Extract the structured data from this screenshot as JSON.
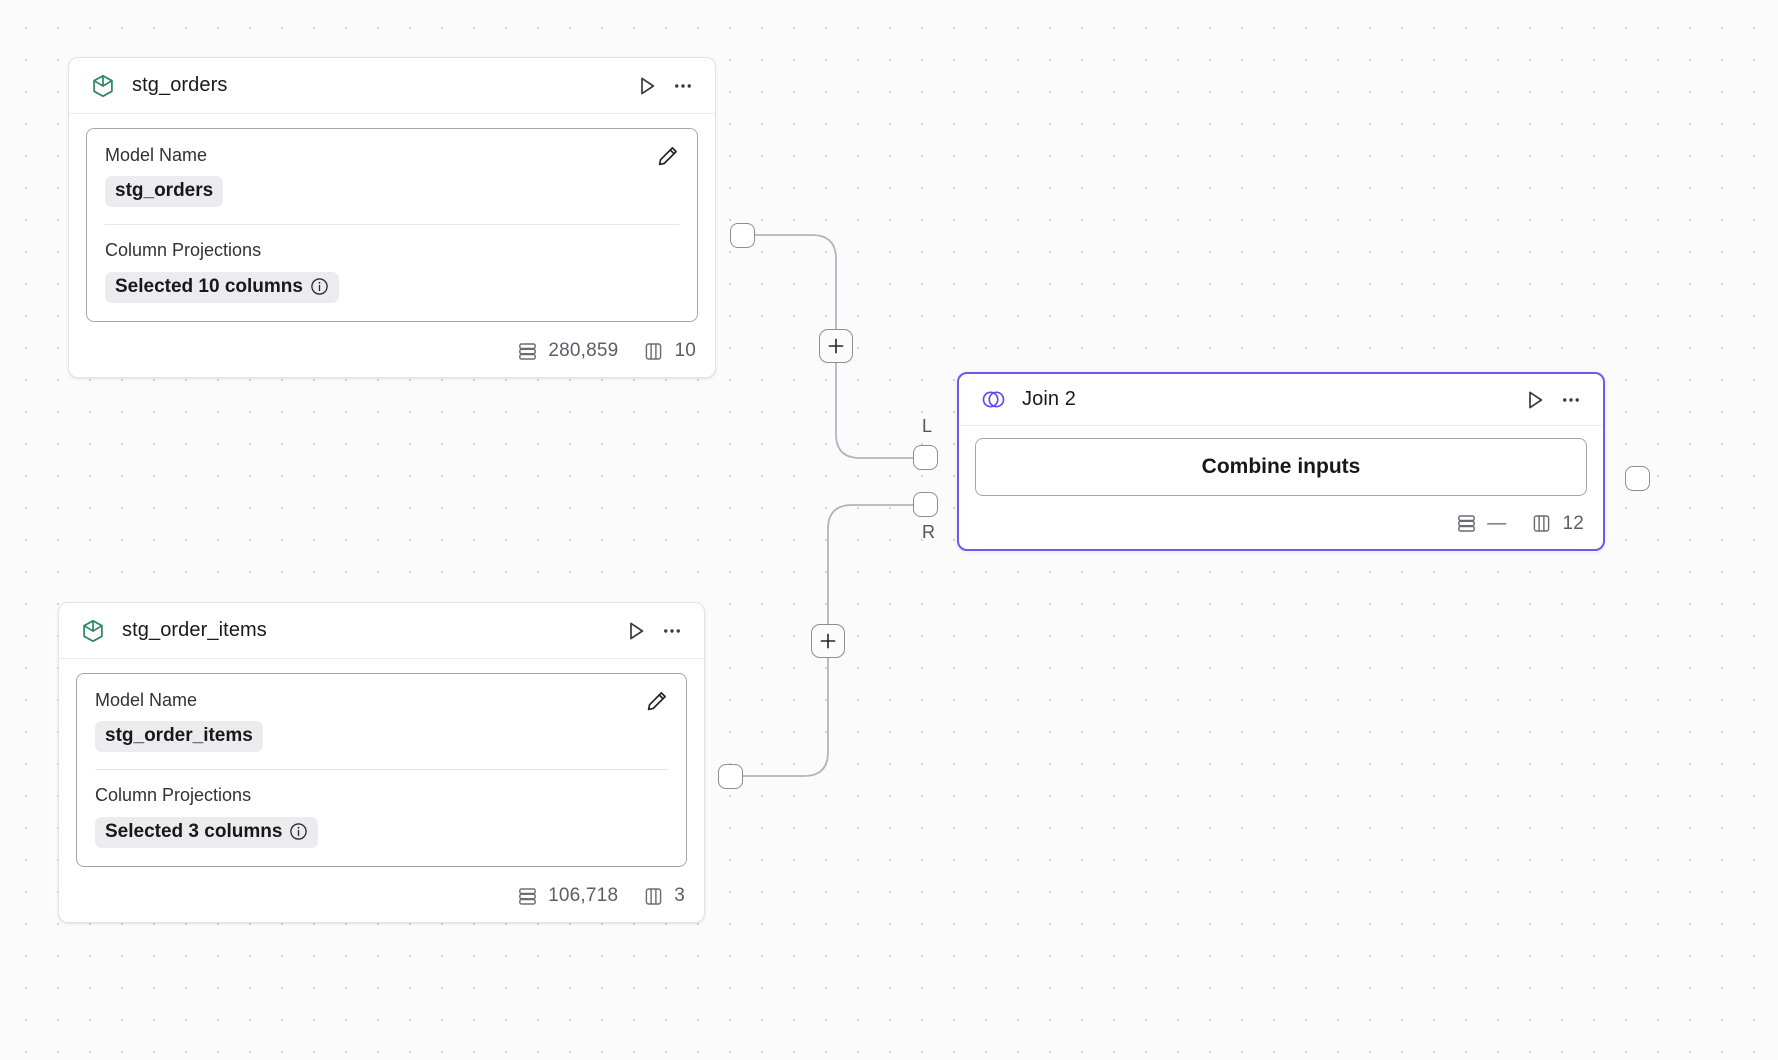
{
  "canvas": {
    "background_color": "#fbfbfb",
    "grid_dot_color": "#d2d2d6",
    "accent_color": "#6a5bf0",
    "model_icon_color": "#2f8a63"
  },
  "nodes": [
    {
      "id": "stg_orders",
      "icon": "cube-icon",
      "title": "stg_orders",
      "run_label": "Run",
      "more_label": "More options",
      "fields": [
        {
          "label": "Model Name",
          "value": "stg_orders",
          "has_info": false
        },
        {
          "label": "Column Projections",
          "value": "Selected 10 columns",
          "has_info": true
        }
      ],
      "edit_label": "Edit",
      "stats": {
        "rows": "280,859",
        "columns": "10"
      }
    },
    {
      "id": "stg_order_items",
      "icon": "cube-icon",
      "title": "stg_order_items",
      "run_label": "Run",
      "more_label": "More options",
      "fields": [
        {
          "label": "Model Name",
          "value": "stg_order_items",
          "has_info": false
        },
        {
          "label": "Column Projections",
          "value": "Selected 3 columns",
          "has_info": true
        }
      ],
      "edit_label": "Edit",
      "stats": {
        "rows": "106,718",
        "columns": "3"
      }
    }
  ],
  "join_node": {
    "id": "join_2",
    "icon": "venn-icon",
    "title": "Join 2",
    "run_label": "Run",
    "more_label": "More options",
    "combine_label": "Combine inputs",
    "stats": {
      "rows": "—",
      "columns": "12"
    },
    "input_ports": [
      {
        "key": "L",
        "label": "L"
      },
      {
        "key": "R",
        "label": "R"
      }
    ]
  },
  "edge_buttons": [
    {
      "id": "add-node-top",
      "label": "+"
    },
    {
      "id": "add-node-bottom",
      "label": "+"
    }
  ]
}
